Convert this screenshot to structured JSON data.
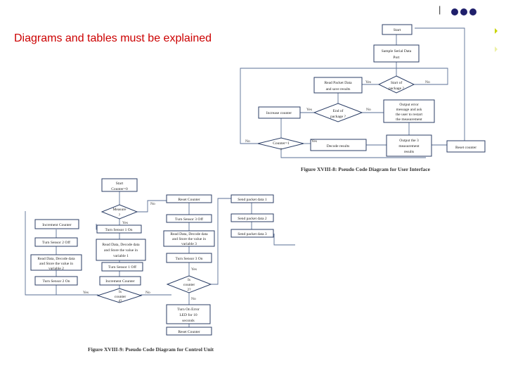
{
  "slide": {
    "title": "Diagrams and tables must be explained",
    "page_marker": "|"
  },
  "colors": {
    "title": "#cc0000",
    "accent_dots": "#1f1f6b",
    "side_marker": "#c8d400",
    "node_border": "#2b3e66"
  },
  "diagram1": {
    "caption": "Figure XVIII-8: Pseudo Code Diagram for User Interface",
    "start": "Start",
    "sample": [
      "Sample Serial Data",
      "Port"
    ],
    "read_packet": [
      "Read Packet Data",
      "and save results"
    ],
    "start_of_package": [
      "Start of",
      "package ?"
    ],
    "increase_counter": "Increase counter",
    "end_of_package": [
      "End of",
      "package ?"
    ],
    "output_error": [
      "Output error",
      "message and ask",
      "the user to restart",
      "the measurement"
    ],
    "counter_check": [
      "Counter=1",
      "?"
    ],
    "decode": "Decode results",
    "output_3": [
      "Output the 3",
      "measurement",
      "results"
    ],
    "reset": "Reset counter",
    "yes": "Yes",
    "no": "No"
  },
  "diagram2": {
    "caption": "Figure XVIII-9: Pseudo Code Diagram for Control Unit",
    "start": [
      "Start",
      "Counter=0"
    ],
    "measure": [
      "Measure",
      "?"
    ],
    "turn_s1_on": "Turn Sensor 1 On",
    "increment_counter_left": "Increment Counter",
    "turn_s2_off": "Turn Sensor 2 Off",
    "read_left": [
      "Read Data, Decode data",
      "and Store the value in",
      "variable 2"
    ],
    "turn_s2_on": "Turn Sensor 2 On",
    "read_mid": [
      "Read Data, Decode data",
      "and Store the value in",
      "variable 1"
    ],
    "turn_s1_off": "Turn Sensor 1 Off",
    "increment_counter_mid": "Increment Counter",
    "counter_4": [
      "Is",
      "counter",
      "4?"
    ],
    "reset_counter_top": "Reset Counter",
    "turn_s3_off": "Turn Sensor 3 Off",
    "read_right": [
      "Read Data, Decode data",
      "and Store the value in",
      "variable 3"
    ],
    "turn_s3_on": "Turn Sensor 3 On",
    "counter_2": [
      "Is",
      "counter",
      "2?"
    ],
    "turn_on_error": [
      "Turn On Error",
      "LED for 10",
      "seconds"
    ],
    "reset_counter_bottom": "Reset Counter",
    "send1": "Send packet data 1",
    "send2": "Send packet data 2",
    "send3": "Send packet data 3",
    "yes": "Yes",
    "no": "No"
  }
}
